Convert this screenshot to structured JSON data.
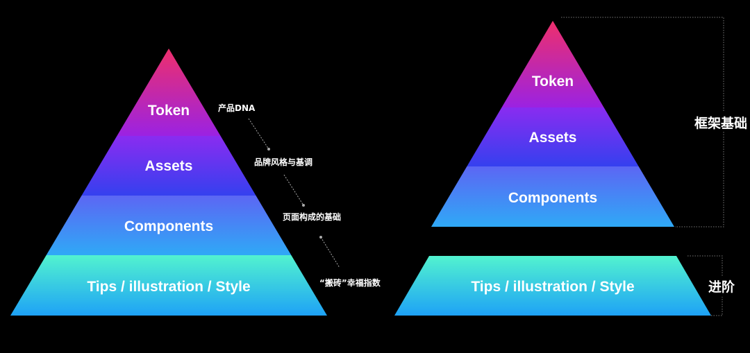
{
  "left_pyramid": {
    "layers": [
      "Token",
      "Assets",
      "Components",
      "Tips / illustration / Style"
    ],
    "annotations": [
      "产品DNA",
      "品牌风格与基调",
      "页面构成的基础",
      "“搬砖”幸福指数"
    ]
  },
  "right_pyramid": {
    "layers": [
      "Token",
      "Assets",
      "Components"
    ],
    "base_layer": "Tips / illustration / Style",
    "bracket_labels": [
      "框架基础",
      "进阶"
    ]
  },
  "colors": {
    "token": [
      "#ee2f6c",
      "#9b22e2"
    ],
    "assets": [
      "#8a2cf0",
      "#3540ef"
    ],
    "components": [
      "#5c66f4",
      "#2fa9f6"
    ],
    "tips": [
      "#52f3cf",
      "#1ea2f6"
    ]
  }
}
